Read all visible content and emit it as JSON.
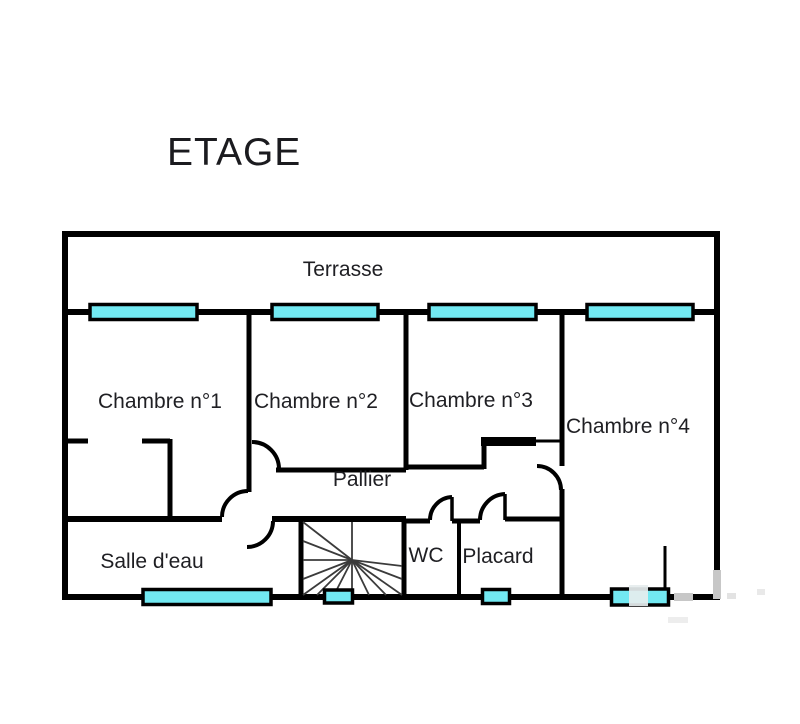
{
  "title": "ETAGE",
  "rooms": {
    "terrasse": {
      "label": "Terrasse"
    },
    "chambre1": {
      "label": "Chambre n°1"
    },
    "chambre2": {
      "label": "Chambre n°2"
    },
    "chambre3": {
      "label": "Chambre n°3"
    },
    "chambre4": {
      "label": "Chambre n°4"
    },
    "pallier": {
      "label": "Pallier"
    },
    "salle_eau": {
      "label": "Salle d'eau"
    },
    "wc": {
      "label": "WC"
    },
    "placard": {
      "label": "Placard"
    }
  },
  "colors": {
    "wall": "#000000",
    "window_fill": "#72e9f2",
    "label_text": "#1f1f23",
    "stair_lines": "#3b3b3b",
    "watermark_gray": "#c7c7c7",
    "background": "#ffffff"
  }
}
